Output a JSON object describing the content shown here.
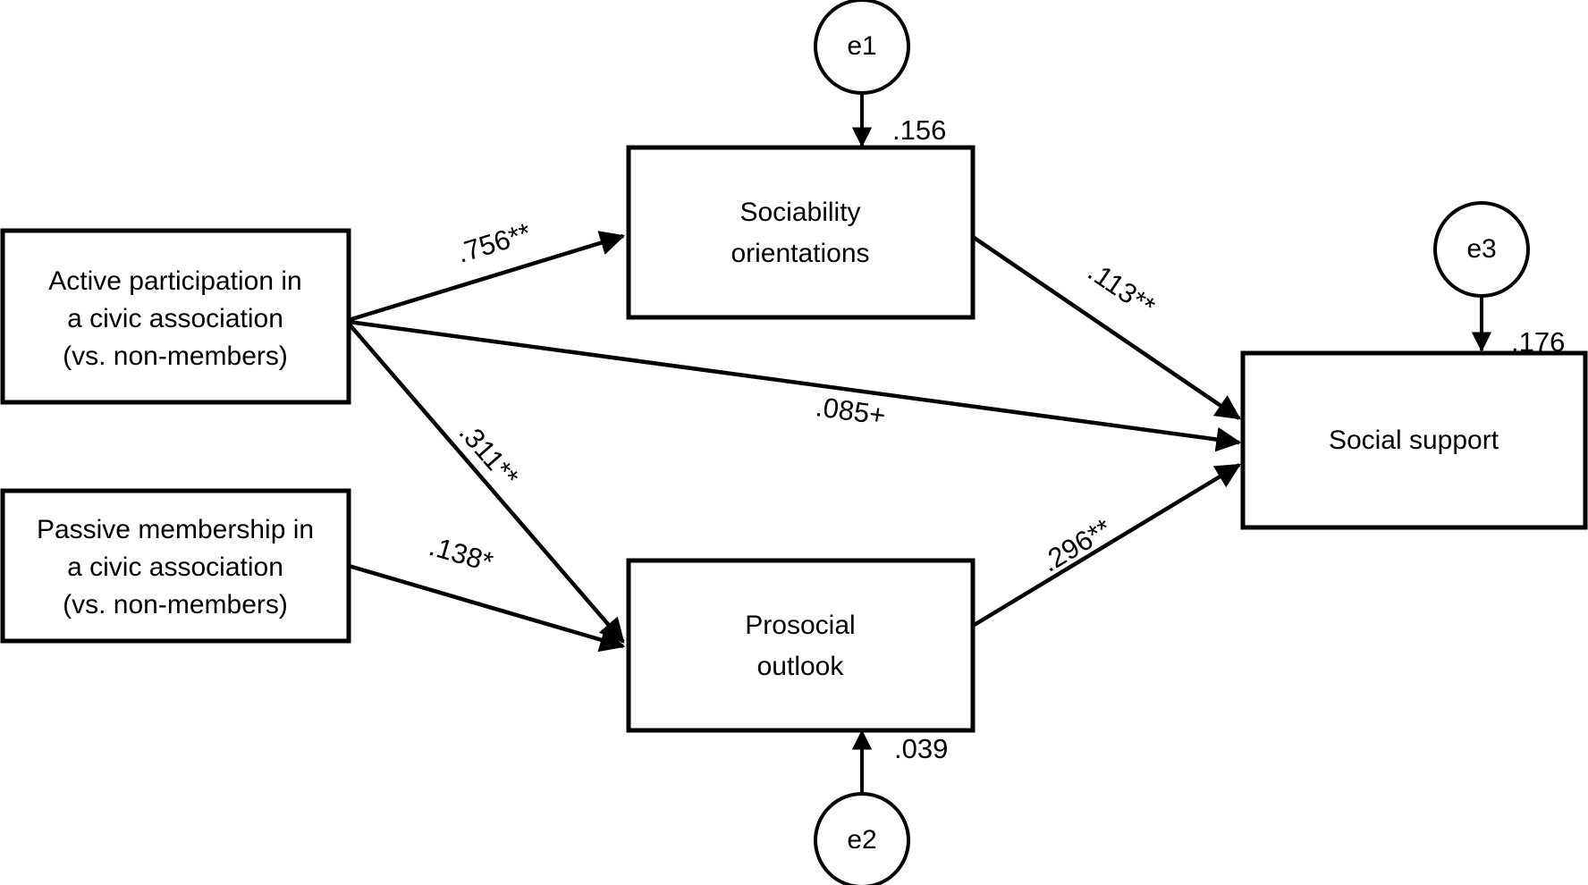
{
  "figure": {
    "type": "sem-path-diagram",
    "background_color": "#ffffff",
    "line_color": "#000000"
  },
  "nodes": {
    "active": {
      "id": "active-participation",
      "shape": "rectangle",
      "lines": [
        "Active participation in",
        "a civic association",
        "(vs. non-members)"
      ]
    },
    "passive": {
      "id": "passive-membership",
      "shape": "rectangle",
      "lines": [
        "Passive membership in",
        "a civic association",
        "(vs. non-members)"
      ]
    },
    "sociability": {
      "id": "sociability-orientations",
      "shape": "rectangle",
      "lines": [
        "Sociability",
        "orientations"
      ]
    },
    "prosocial": {
      "id": "prosocial-outlook",
      "shape": "rectangle",
      "lines": [
        "Prosocial",
        "outlook"
      ]
    },
    "support": {
      "id": "social-support",
      "shape": "rectangle",
      "lines": [
        "Social support"
      ]
    },
    "e1": {
      "id": "error-e1",
      "shape": "circle",
      "label": "e1"
    },
    "e2": {
      "id": "error-e2",
      "shape": "circle",
      "label": "e2"
    },
    "e3": {
      "id": "error-e3",
      "shape": "circle",
      "label": "e3"
    }
  },
  "paths": [
    {
      "id": "active-to-sociability",
      "from": "active",
      "to": "sociability",
      "label": ".756**",
      "significance": "**"
    },
    {
      "id": "active-to-support",
      "from": "active",
      "to": "support",
      "label": ".085+",
      "significance": "+"
    },
    {
      "id": "active-to-prosocial",
      "from": "active",
      "to": "prosocial",
      "label": ".311**",
      "significance": "**"
    },
    {
      "id": "passive-to-prosocial",
      "from": "passive",
      "to": "prosocial",
      "label": ".138*",
      "significance": "*"
    },
    {
      "id": "sociability-to-support",
      "from": "sociability",
      "to": "support",
      "label": ".113**",
      "significance": "**"
    },
    {
      "id": "prosocial-to-support",
      "from": "prosocial",
      "to": "support",
      "label": ".296**",
      "significance": "**"
    }
  ],
  "error_paths": [
    {
      "id": "e1-to-sociability",
      "from": "e1",
      "to": "sociability",
      "label": ".156"
    },
    {
      "id": "e2-to-prosocial",
      "from": "e2",
      "to": "prosocial",
      "label": ".039"
    },
    {
      "id": "e3-to-support",
      "from": "e3",
      "to": "support",
      "label": ".176"
    }
  ],
  "chart_data": {
    "type": "diagram",
    "title": "",
    "nodes": [
      {
        "name": "Active participation in a civic association (vs. non-members)",
        "kind": "observed"
      },
      {
        "name": "Passive membership in a civic association (vs. non-members)",
        "kind": "observed"
      },
      {
        "name": "Sociability orientations",
        "kind": "mediator"
      },
      {
        "name": "Prosocial outlook",
        "kind": "mediator"
      },
      {
        "name": "Social support",
        "kind": "outcome"
      },
      {
        "name": "e1",
        "kind": "error"
      },
      {
        "name": "e2",
        "kind": "error"
      },
      {
        "name": "e3",
        "kind": "error"
      }
    ],
    "edges": [
      {
        "source": "Active participation in a civic association (vs. non-members)",
        "target": "Sociability orientations",
        "value": 0.756,
        "label": ".756**"
      },
      {
        "source": "Active participation in a civic association (vs. non-members)",
        "target": "Social support",
        "value": 0.085,
        "label": ".085+"
      },
      {
        "source": "Active participation in a civic association (vs. non-members)",
        "target": "Prosocial outlook",
        "value": 0.311,
        "label": ".311**"
      },
      {
        "source": "Passive membership in a civic association (vs. non-members)",
        "target": "Prosocial outlook",
        "value": 0.138,
        "label": ".138*"
      },
      {
        "source": "Sociability orientations",
        "target": "Social support",
        "value": 0.113,
        "label": ".113**"
      },
      {
        "source": "Prosocial outlook",
        "target": "Social support",
        "value": 0.296,
        "label": ".296**"
      },
      {
        "source": "e1",
        "target": "Sociability orientations",
        "value": 0.156,
        "label": ".156"
      },
      {
        "source": "e2",
        "target": "Prosocial outlook",
        "value": 0.039,
        "label": ".039"
      },
      {
        "source": "e3",
        "target": "Social support",
        "value": 0.176,
        "label": ".176"
      }
    ]
  }
}
